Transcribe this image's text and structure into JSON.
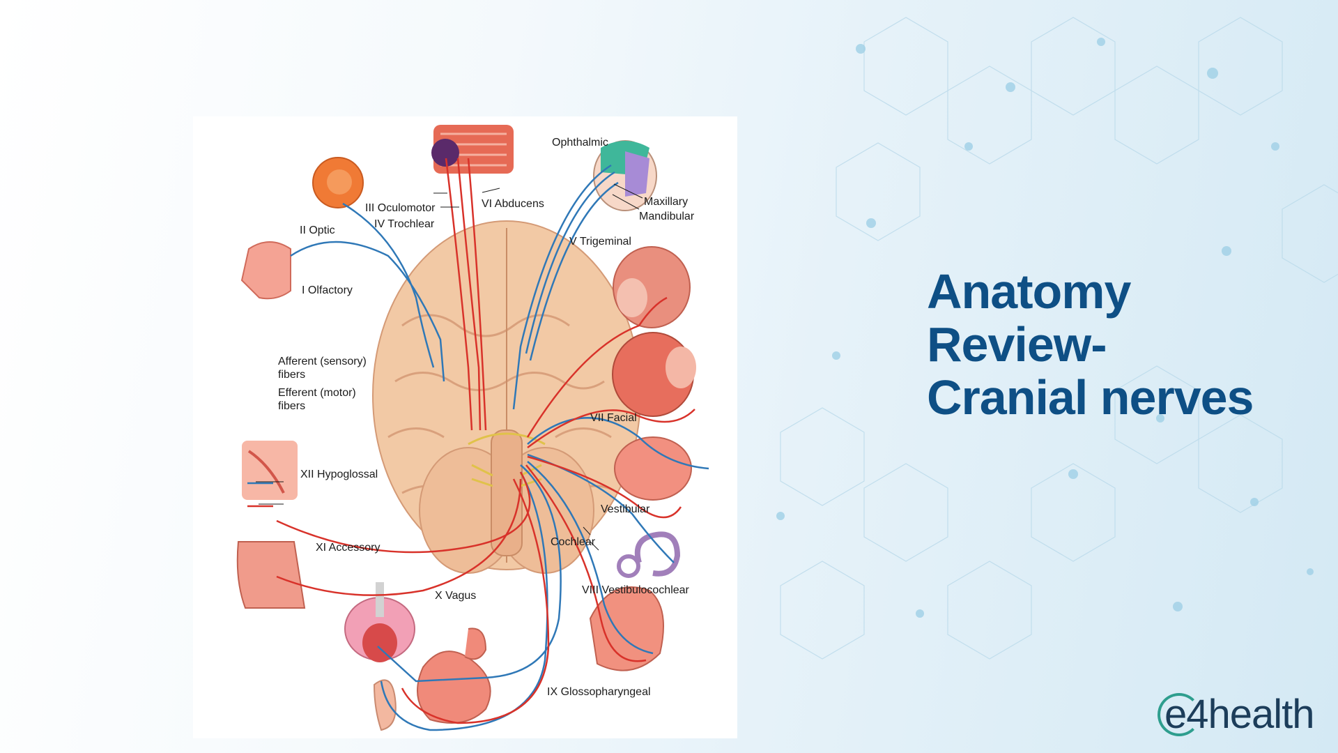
{
  "slide": {
    "title_lines": [
      "Anatomy",
      "Review-",
      "Cranial nerves"
    ],
    "logo_text": "e4health"
  },
  "diagram": {
    "labels": {
      "ophthalmic": "Ophthalmic",
      "maxillary": "Maxillary",
      "mandibular": "Mandibular",
      "trigeminal": "V  Trigeminal",
      "abducens": "VI  Abducens",
      "oculomotor": "III  Oculomotor",
      "trochlear": "IV  Trochlear",
      "optic": "II  Optic",
      "olfactory": "I  Olfactory",
      "afferent_1": "Afferent (sensory)",
      "afferent_2": "fibers",
      "efferent_1": "Efferent (motor)",
      "efferent_2": "fibers",
      "facial": "VII  Facial",
      "hypoglossal": "XII  Hypoglossal",
      "vestibular": "Vestibular",
      "cochlear": "Cochlear",
      "vestibulocochlear": "VIII  Vestibulocochlear",
      "accessory": "XI  Accessory",
      "vagus": "X  Vagus",
      "glossopharyngeal": "IX  Glossopharyngeal"
    },
    "colors": {
      "afferent": "#2f78b7",
      "efferent": "#d8322a",
      "brain": "#f2c9a5",
      "organ": "#f08a7a"
    }
  }
}
